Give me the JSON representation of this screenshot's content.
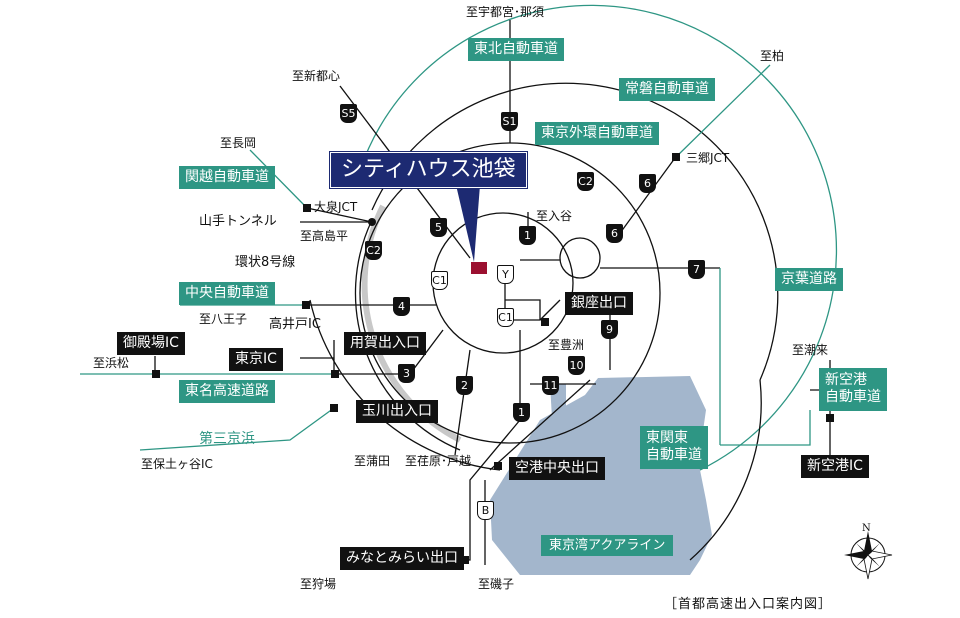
{
  "building": {
    "name": "シティハウス池袋",
    "color": "#1d2a72",
    "marker_color": "#9b1030"
  },
  "expressways": {
    "tohoku": "東北自動車道",
    "joban": "常磐自動車道",
    "gaikan": "東京外環自動車道",
    "kanetsu": "関越自動車道",
    "chuo": "中央自動車道",
    "tomei": "東名高速道路",
    "keiyo": "京葉道路",
    "shinkuko": "新空港\n自動車道",
    "higashi_kanto": "東関東\n自動車道",
    "daisan_keihin": "第三京浜",
    "aqua_line": "東京湾アクアライン"
  },
  "exits": {
    "ginza": "銀座出口",
    "youga": "用賀出入口",
    "tamagawa": "玉川出入口",
    "kuko_chuo": "空港中央出口",
    "minatomirai": "みなとみらい出口",
    "gotenba_ic": "御殿場IC",
    "tokyo_ic": "東京IC",
    "shinkuko_ic": "新空港IC"
  },
  "places": {
    "utsunomiya": "至宇都宮･那須",
    "kashiwa": "至柏",
    "misato_jct": "三郷JCT",
    "shinjuku": "至新都心",
    "nagaoka": "至長岡",
    "oizumi_jct": "大泉JCT",
    "yamate_tunnel": "山手トンネル",
    "takashimadaira": "至高島平",
    "kanjo8": "環状8号線",
    "iriya": "至入谷",
    "hachioji": "至八王子",
    "takaido_ic": "高井戸IC",
    "hamamatsu": "至浜松",
    "toyosu": "至豊洲",
    "shiokuru": "至潮来",
    "hodogaya": "至保土ヶ谷IC",
    "kamata": "至蒲田",
    "tomei_togoshi": "至荏原･戸越",
    "karibaba": "至狩場",
    "isogo": "至磯子"
  },
  "route_markers": [
    "S5",
    "S1",
    "C2",
    "6",
    "6",
    "5",
    "1",
    "C2",
    "C1",
    "Y",
    "C1",
    "4",
    "3",
    "2",
    "1",
    "7",
    "9",
    "10",
    "11",
    "1",
    "B"
  ],
  "caption": "［首都高速出入口案内図］",
  "colors": {
    "green": "#2e9684",
    "sea": "#a3b6cc",
    "ring": "#c8c8c8"
  },
  "compass_icon": "compass-icon"
}
